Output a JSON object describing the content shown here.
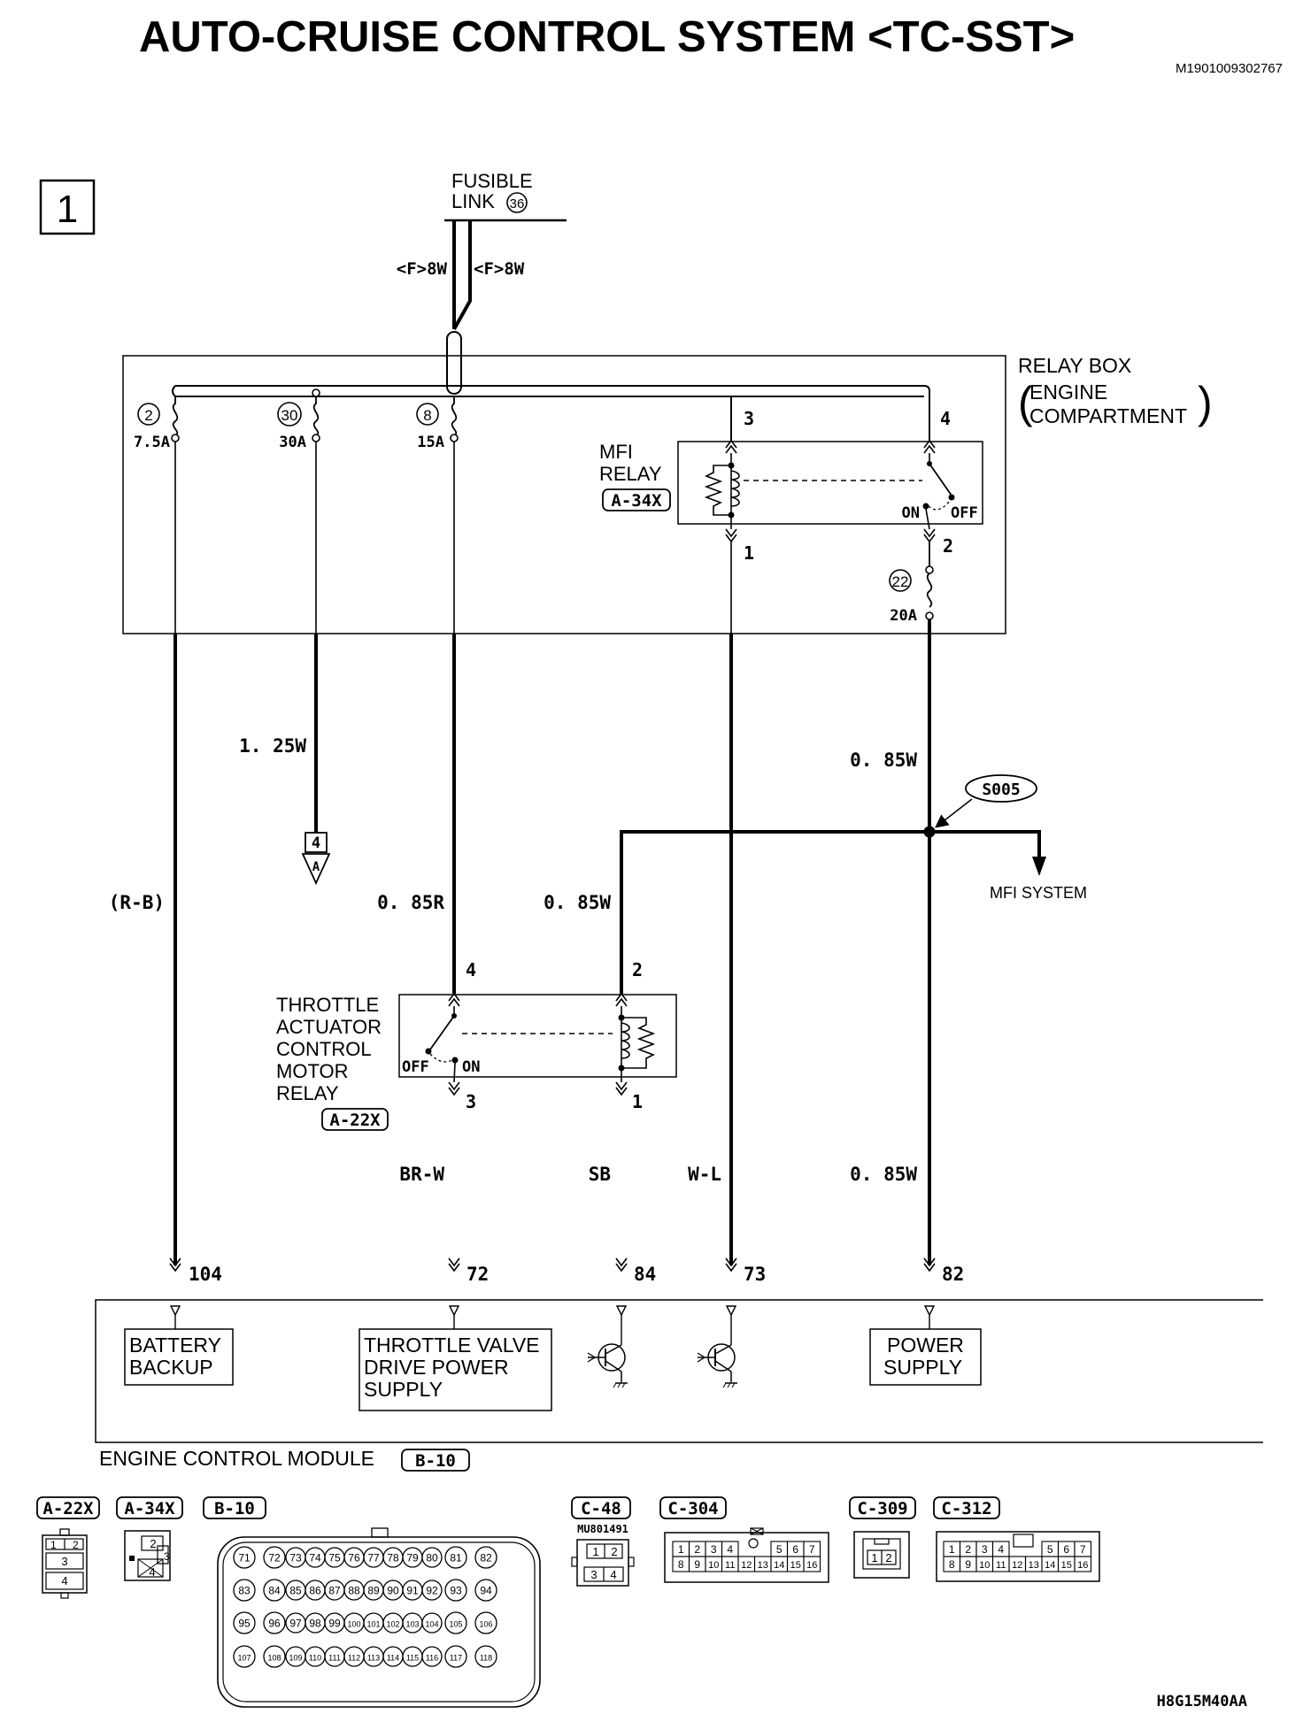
{
  "title": "AUTO-CRUISE CONTROL SYSTEM <TC-SST>",
  "doc_id": "M1901009302767",
  "page_marker": "1",
  "footer_code": "H8G15M40AA",
  "fusible_link": {
    "line1": "FUSIBLE",
    "line2": "LINK",
    "number": "36"
  },
  "feed_labels": [
    "<F>8W",
    "<F>8W"
  ],
  "relay_box": {
    "line1": "RELAY BOX",
    "line2": "ENGINE",
    "line3": "COMPARTMENT"
  },
  "fuses": [
    {
      "number": "2",
      "rating": "7.5A"
    },
    {
      "number": "30",
      "rating": "30A"
    },
    {
      "number": "8",
      "rating": "15A"
    },
    {
      "number": "22",
      "rating": "20A"
    }
  ],
  "mfi_relay": {
    "line1": "MFI",
    "line2": "RELAY",
    "connector": "A-34X",
    "pins": [
      "3",
      "4",
      "1",
      "2"
    ],
    "on": "ON",
    "off": "OFF"
  },
  "wires": {
    "w_125": "1. 25W",
    "w_085_right": "0. 85W",
    "r_b": "(R-B)",
    "w_085r": "0. 85R",
    "w_085_mid": "0. 85W",
    "br_w": "BR-W",
    "sb": "SB",
    "w_l": "W-L",
    "w_085_low": "0. 85W"
  },
  "ref_box": {
    "number": "4",
    "letter": "A"
  },
  "splice": "S005",
  "mfi_system": "MFI SYSTEM",
  "throttle_relay": {
    "lines": [
      "THROTTLE",
      "ACTUATOR",
      "CONTROL",
      "MOTOR",
      "RELAY"
    ],
    "connector": "A-22X",
    "pins": [
      "4",
      "2",
      "3",
      "1"
    ],
    "off": "OFF",
    "on": "ON"
  },
  "ecm": {
    "pins": [
      "104",
      "72",
      "84",
      "73",
      "82"
    ],
    "battery_backup": [
      "BATTERY",
      "BACKUP"
    ],
    "throttle_supply": [
      "THROTTLE VALVE",
      "DRIVE POWER",
      "SUPPLY"
    ],
    "power_supply": [
      "POWER",
      "SUPPLY"
    ],
    "label": "ENGINE CONTROL MODULE",
    "connector": "B-10"
  },
  "connectors": {
    "a22x": {
      "name": "A-22X",
      "pins": [
        "1",
        "2",
        "3",
        "4"
      ]
    },
    "a34x": {
      "name": "A-34X",
      "pins": [
        "2",
        "3",
        "4"
      ]
    },
    "b10": {
      "name": "B-10",
      "rows": [
        [
          "71",
          "72",
          "73",
          "74",
          "75",
          "76",
          "77",
          "78",
          "79",
          "80",
          "81",
          "82"
        ],
        [
          "83",
          "84",
          "85",
          "86",
          "87",
          "88",
          "89",
          "90",
          "91",
          "92",
          "93",
          "94"
        ],
        [
          "95",
          "96",
          "97",
          "98",
          "99",
          "100",
          "101",
          "102",
          "103",
          "104",
          "105",
          "106"
        ],
        [
          "107",
          "108",
          "109",
          "110",
          "111",
          "112",
          "113",
          "114",
          "115",
          "116",
          "117",
          "118"
        ]
      ]
    },
    "c48": {
      "name": "C-48",
      "part": "MU801491",
      "pins": [
        "1",
        "2",
        "3",
        "4"
      ]
    },
    "c304": {
      "name": "C-304",
      "row1": [
        "1",
        "2",
        "3",
        "4",
        "5",
        "6",
        "7"
      ],
      "row2": [
        "8",
        "9",
        "10",
        "11",
        "12",
        "13",
        "14",
        "15",
        "16"
      ]
    },
    "c309": {
      "name": "C-309",
      "pins": [
        "1",
        "2"
      ]
    },
    "c312": {
      "name": "C-312",
      "row1": [
        "1",
        "2",
        "3",
        "4",
        "5",
        "6",
        "7"
      ],
      "row2": [
        "8",
        "9",
        "10",
        "11",
        "12",
        "13",
        "14",
        "15",
        "16"
      ]
    }
  }
}
